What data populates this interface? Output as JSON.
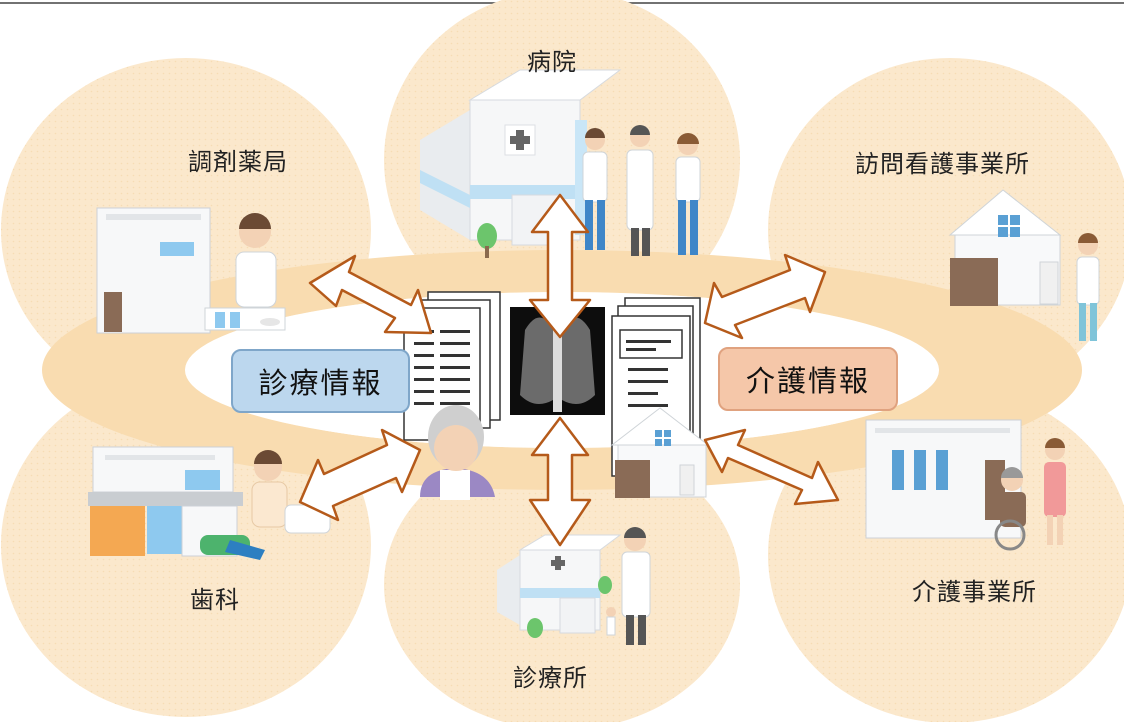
{
  "nodes": {
    "hospital": "病院",
    "pharmacy": "調剤薬局",
    "visiting_nursing": "訪問看護事業所",
    "dental": "歯科",
    "clinic": "診療所",
    "care_office": "介護事業所"
  },
  "center": {
    "medical_info": "診療情報",
    "care_info": "介護情報"
  },
  "colors": {
    "circle_fill": "#fbe9cf",
    "ring_fill": "#f9dcb0",
    "arrow_stroke": "#b55a1a",
    "medical_tag": "#bcd7ee",
    "care_tag": "#f5c7a9"
  }
}
